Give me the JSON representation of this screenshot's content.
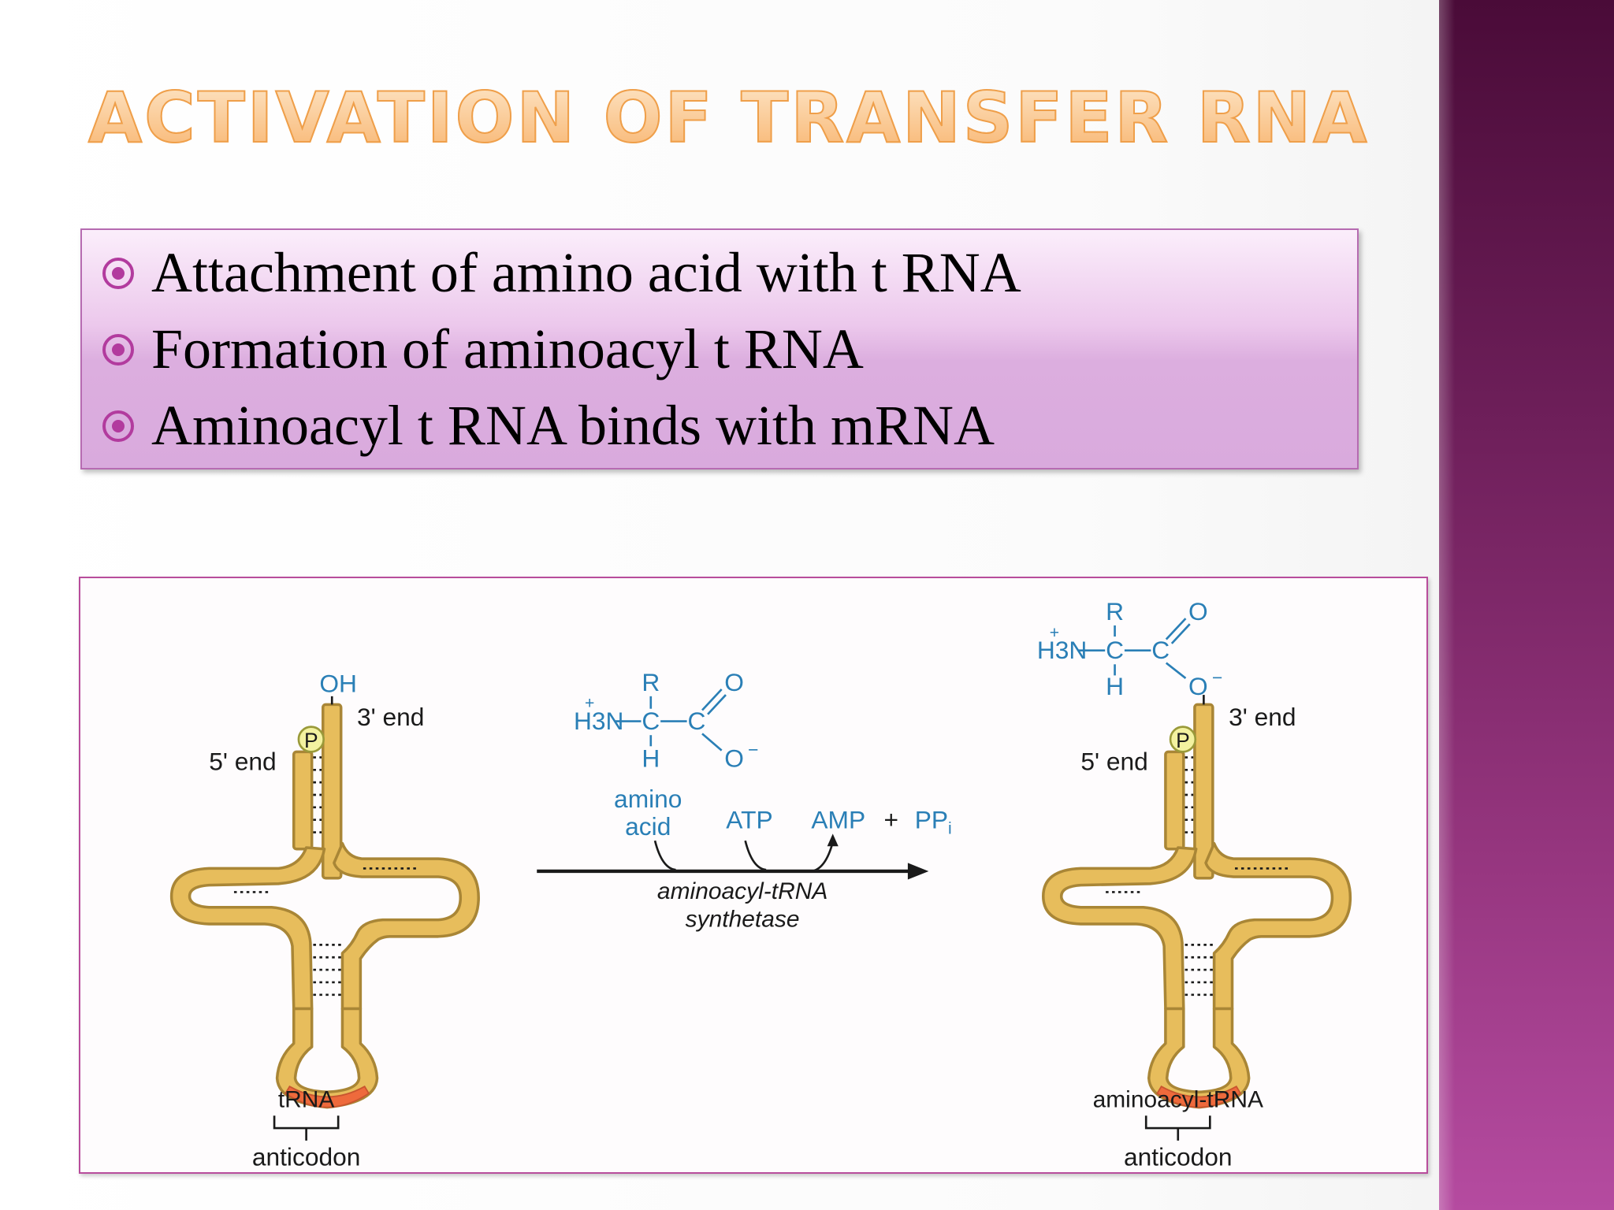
{
  "slide": {
    "title": "ACTIVATION OF TRANSFER RNA",
    "bullets": [
      "Attachment of amino acid with t RNA",
      "Formation of aminoacyl t RNA",
      "Aminoacyl t RNA binds with mRNA"
    ]
  },
  "figure": {
    "left_trna": {
      "oh_label": "OH",
      "three_end": "3' end",
      "five_end": "5' end",
      "p_label": "P",
      "anticodon": "anticodon",
      "caption": "tRNA"
    },
    "amino_acid": {
      "r": "R",
      "h3n": "H3N",
      "plus": "+",
      "c1": "C",
      "c2": "C",
      "h": "H",
      "o": "O",
      "o_minus": "O",
      "minus": "−"
    },
    "reaction": {
      "amino_line1": "amino",
      "amino_line2": "acid",
      "atp": "ATP",
      "amp": "AMP",
      "plus": "+",
      "ppi": "PP",
      "ppi_sub": "i",
      "enzyme_line1": "aminoacyl-tRNA",
      "enzyme_line2": "synthetase"
    },
    "right_trna": {
      "three_end": "3' end",
      "five_end": "5' end",
      "p_label": "P",
      "anticodon": "anticodon",
      "caption": "aminoacyl-tRNA"
    },
    "colors": {
      "trna_fill": "#e7bd5c",
      "trna_outline": "#a98636",
      "anticodon": "#ee6a3c",
      "chem_blue": "#2a7fb6",
      "phosphate": "#f3f2a0"
    }
  }
}
